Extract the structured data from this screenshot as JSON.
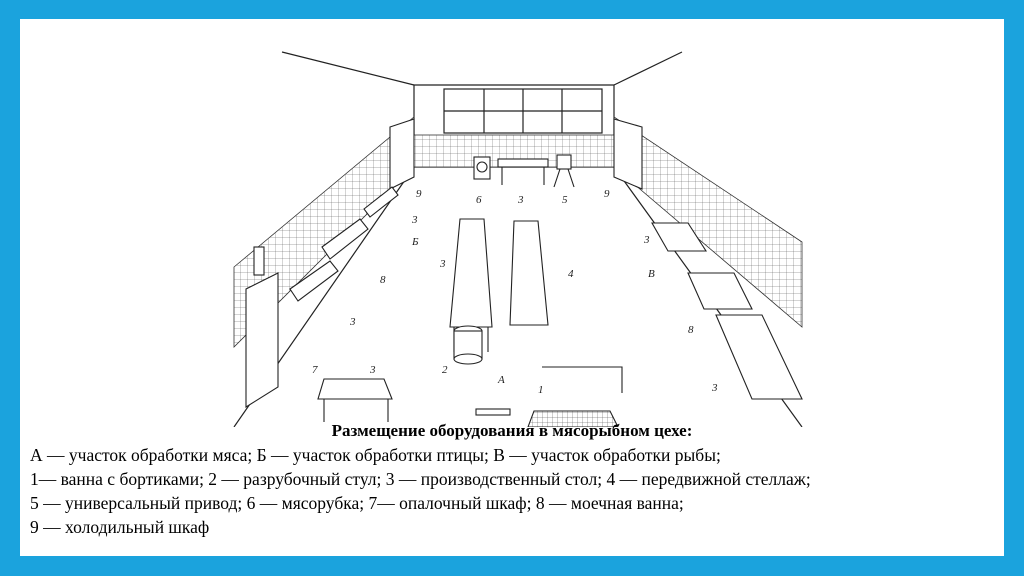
{
  "colors": {
    "frame": "#1ba3dd",
    "panel": "#ffffff",
    "ink": "#222222"
  },
  "diagram": {
    "labels": {
      "n9_left": "9",
      "n6": "6",
      "n3_back": "3",
      "n5": "5",
      "n9_right": "9",
      "n3_left_1": "3",
      "b_zone": "Б",
      "n8_left": "8",
      "n3_center": "3",
      "n4": "4",
      "n3_left_2": "3",
      "n7": "7",
      "n2": "2",
      "a_zone": "А",
      "n3_front": "3",
      "n1": "1",
      "n3_right_1": "3",
      "v_zone": "В",
      "n8_right": "8",
      "n3_right_2": "3"
    }
  },
  "caption": {
    "title": "Размещение оборудования в мясорыбном цехе:",
    "line1": "А — участок обработки мяса; Б — участок обработки птицы; В — участок обработки рыбы;",
    "line2": "1— ванна с бортиками; 2 — разрубочный стул; 3 — производственный стол; 4 — передвижной стеллаж;",
    "line3": "5 — универсальный привод; 6 — мясорубка; 7— опалочный шкаф; 8 — моечная ванна;",
    "line4": "9 — холодильный шкаф"
  }
}
